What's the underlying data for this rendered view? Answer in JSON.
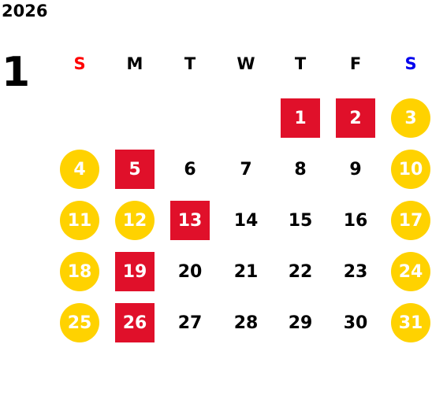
{
  "year": "2026",
  "month": "1",
  "weekdays": [
    "S",
    "M",
    "T",
    "W",
    "T",
    "F",
    "S"
  ],
  "weekday_colors": [
    "#ff0000",
    "#000000",
    "#000000",
    "#000000",
    "#000000",
    "#000000",
    "#0000ee"
  ],
  "colors": {
    "holiday_red": "#e0102a",
    "weekend_yellow": "#ffd200"
  },
  "weeks": [
    [
      null,
      null,
      null,
      null,
      {
        "day": "1",
        "style": "red"
      },
      {
        "day": "2",
        "style": "red"
      },
      {
        "day": "3",
        "style": "yellow"
      }
    ],
    [
      {
        "day": "4",
        "style": "yellow"
      },
      {
        "day": "5",
        "style": "red"
      },
      {
        "day": "6",
        "style": "plain"
      },
      {
        "day": "7",
        "style": "plain"
      },
      {
        "day": "8",
        "style": "plain"
      },
      {
        "day": "9",
        "style": "plain"
      },
      {
        "day": "10",
        "style": "yellow"
      }
    ],
    [
      {
        "day": "11",
        "style": "yellow"
      },
      {
        "day": "12",
        "style": "yellow"
      },
      {
        "day": "13",
        "style": "red"
      },
      {
        "day": "14",
        "style": "plain"
      },
      {
        "day": "15",
        "style": "plain"
      },
      {
        "day": "16",
        "style": "plain"
      },
      {
        "day": "17",
        "style": "yellow"
      }
    ],
    [
      {
        "day": "18",
        "style": "yellow"
      },
      {
        "day": "19",
        "style": "red"
      },
      {
        "day": "20",
        "style": "plain"
      },
      {
        "day": "21",
        "style": "plain"
      },
      {
        "day": "22",
        "style": "plain"
      },
      {
        "day": "23",
        "style": "plain"
      },
      {
        "day": "24",
        "style": "yellow"
      }
    ],
    [
      {
        "day": "25",
        "style": "yellow"
      },
      {
        "day": "26",
        "style": "red"
      },
      {
        "day": "27",
        "style": "plain"
      },
      {
        "day": "28",
        "style": "plain"
      },
      {
        "day": "29",
        "style": "plain"
      },
      {
        "day": "30",
        "style": "plain"
      },
      {
        "day": "31",
        "style": "yellow"
      }
    ]
  ]
}
